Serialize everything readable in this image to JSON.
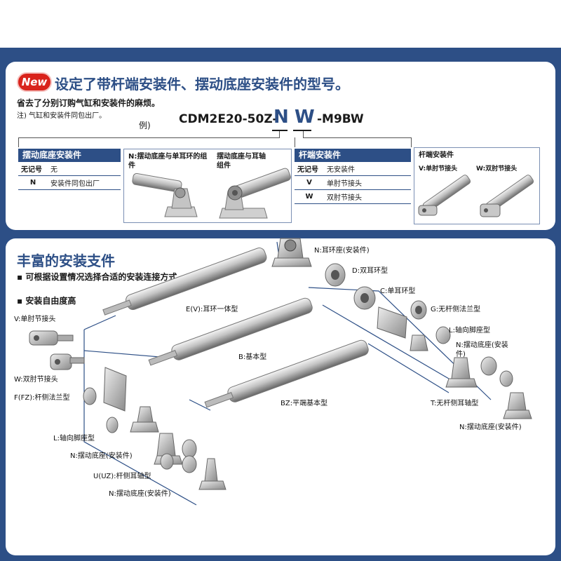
{
  "top": {
    "new_badge": "New",
    "title": "设定了带杆端安装件、摆动底座安装件的型号。",
    "subtitle": "省去了分别订购气缸和安装件的麻烦。",
    "note": "注) 气缸和安装件同包出厂。",
    "example_label": "例)",
    "model_prefix": "CDM2E20-50Z-",
    "model_n": "N",
    "model_w": "W",
    "model_suffix": "-M9BW"
  },
  "pivot_table": {
    "header": "摆动底座安装件",
    "rows": [
      {
        "key": "无记号",
        "value": "无"
      },
      {
        "key": "N",
        "value": "安装件同包出厂"
      }
    ]
  },
  "pivot_images": {
    "img1_title": "N:摆动底座与单耳环的组件",
    "img2_title": "摆动底座与耳轴组件"
  },
  "rod_table": {
    "header": "杆端安装件",
    "rows": [
      {
        "key": "无记号",
        "value": "无安装件"
      },
      {
        "key": "V",
        "value": "单肘节接头"
      },
      {
        "key": "W",
        "value": "双肘节接头"
      }
    ]
  },
  "rod_images": {
    "title": "杆端安装件",
    "v_label": "V:单肘节接头",
    "w_label": "W:双肘节接头"
  },
  "bottom": {
    "title": "丰富的安装支件",
    "bullets": [
      "可根据设置情况选择合适的安装连接方式",
      "安装自由度高"
    ]
  },
  "parts": {
    "n_top": "N:耳环座(安装件)",
    "d": "D:双耳环型",
    "c": "C:单耳环型",
    "g": "G:无杆侧法兰型",
    "l_right": "L:轴向脚座型",
    "n_right": "N:摆动底座(安装件)",
    "t": "T:无杆侧耳轴型",
    "n_bottom_right": "N:摆动底座(安装件)",
    "ev": "E(V):耳环一体型",
    "b": "B:基本型",
    "bz": "BZ:平端基本型",
    "v_left": "V:单肘节接头",
    "w_left": "W:双肘节接头",
    "ffz": "F(FZ):杆侧法兰型",
    "l_left": "L:轴向脚座型",
    "n_left": "N:摆动底座(安装件)",
    "uuz": "U(UZ):杆侧耳轴型",
    "n_left_bottom": "N:摆动底座(安装件)"
  },
  "colors": {
    "brand_blue": "#2d4f86",
    "new_red": "#d9231c"
  }
}
